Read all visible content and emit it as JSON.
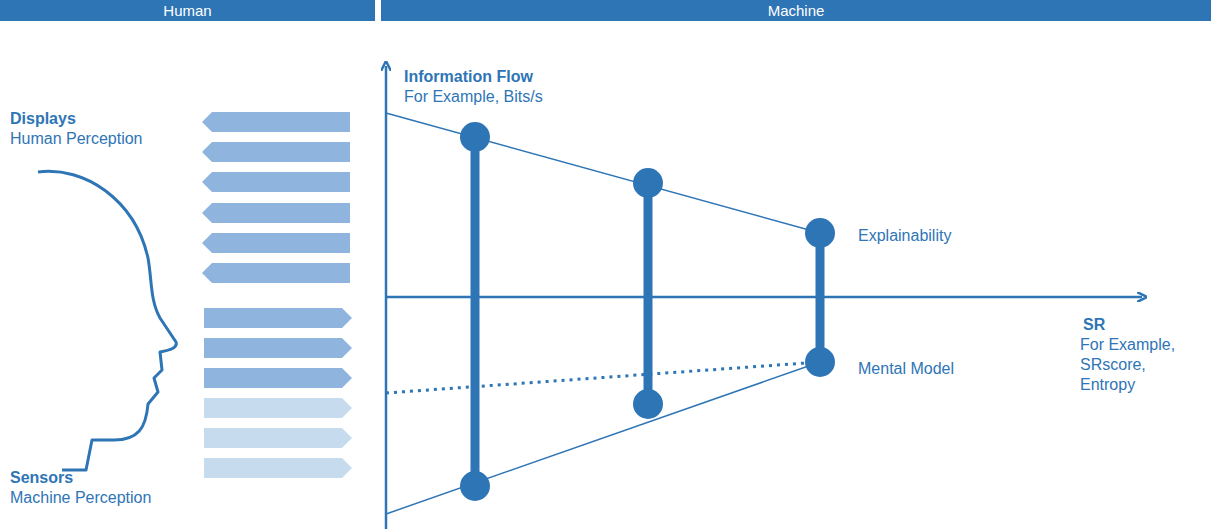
{
  "diagram": {
    "nodes": [
      {
        "text": [
          "Human"
        ]
      },
      {
        "text": [
          "Machine"
        ]
      }
    ],
    "labels": [
      "Displays",
      "Human Perception",
      "Sensors",
      "Machine Perception",
      "Information Flow",
      "For Example, Bits/s",
      "Explainability",
      "Mental Model",
      "SR",
      "For Example, SRscore, Entropy"
    ]
  }
}
